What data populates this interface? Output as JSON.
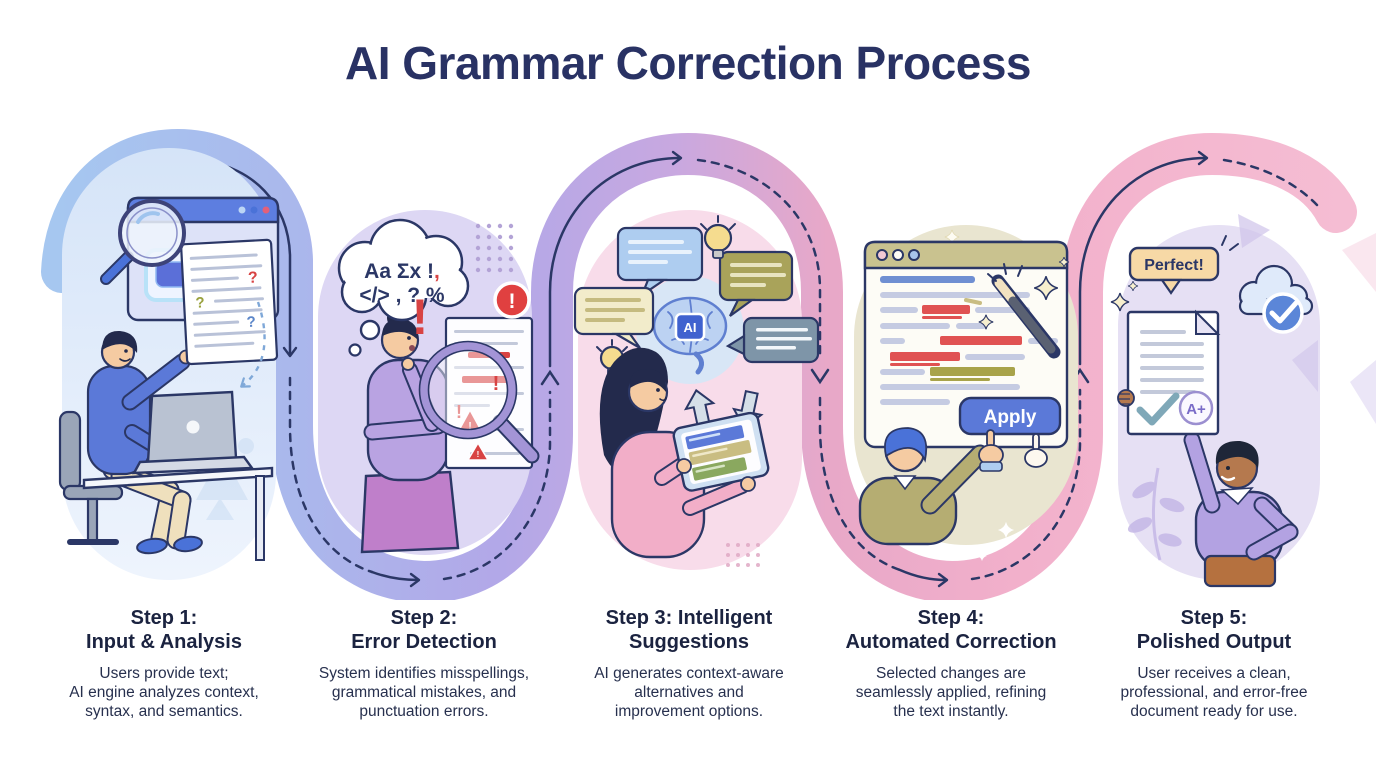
{
  "title": "AI Grammar Correction Process",
  "steps": [
    {
      "title": "Step 1:\nInput & Analysis",
      "description": "Users provide text;\nAI engine analyzes context,\nsyntax, and semantics."
    },
    {
      "title": "Step 2:\nError Detection",
      "description": "System identifies misspellings,\ngrammatical mistakes, and\npunctuation errors."
    },
    {
      "title": "Step 3: Intelligent\nSuggestions",
      "description": "AI generates context-aware\nalternatives and\nimprovement options."
    },
    {
      "title": "Step 4:\nAutomated Correction",
      "description": "Selected changes are\nseamlessly applied, refining\nthe text instantly."
    },
    {
      "title": "Step 5:\nPolished Output",
      "description": "User receives a clean,\nprofessional, and error-free\ndocument ready for use."
    }
  ],
  "illustration": {
    "thought1": "Aa Σx !",
    "thought1_accent": ",",
    "thought2": "&lt;/> , ? %",
    "thought2_plain": "</> , ? %",
    "excl": "!",
    "badge_excl": "!",
    "lens_excl": "!",
    "doc_excl": "!",
    "warn_excl": "!",
    "q_red": "?",
    "q_green": "?",
    "q_blue": "?",
    "ai_label": "AI",
    "apply_label": "Apply",
    "perfect_label": "Perfect!",
    "grade_label": "A+"
  },
  "palette": {
    "title_navy": "#293264",
    "outline_navy": "#2b3766",
    "band_blue": "#a6c7f0",
    "band_purple": "#b2a8e8",
    "band_pink": "#f2b0cb",
    "error_red": "#d84343",
    "apply_blue": "#5b79d8",
    "panel1_blue": "#dbe7f9",
    "panel2_purple": "#ddd7f4",
    "panel3_pink": "#f8dcea",
    "panel4_olive": "#e9e5d0",
    "pan5_lavender": "#e6e0f4",
    "grade_purple": "#7a6cc8"
  },
  "icon_names": [
    "magnifier-icon",
    "browser-window-icon",
    "document-icon",
    "laptop-icon",
    "thought-cloud-icon",
    "warning-badge-icon",
    "warning-triangle-icon",
    "brain-ai-icon",
    "speech-bubble-icon",
    "lightbulb-icon",
    "tablet-icon",
    "magic-wand-icon",
    "cursor-hand-icon",
    "cloud-check-icon",
    "checkmark-icon",
    "grade-badge-icon",
    "sparkle-icon"
  ]
}
